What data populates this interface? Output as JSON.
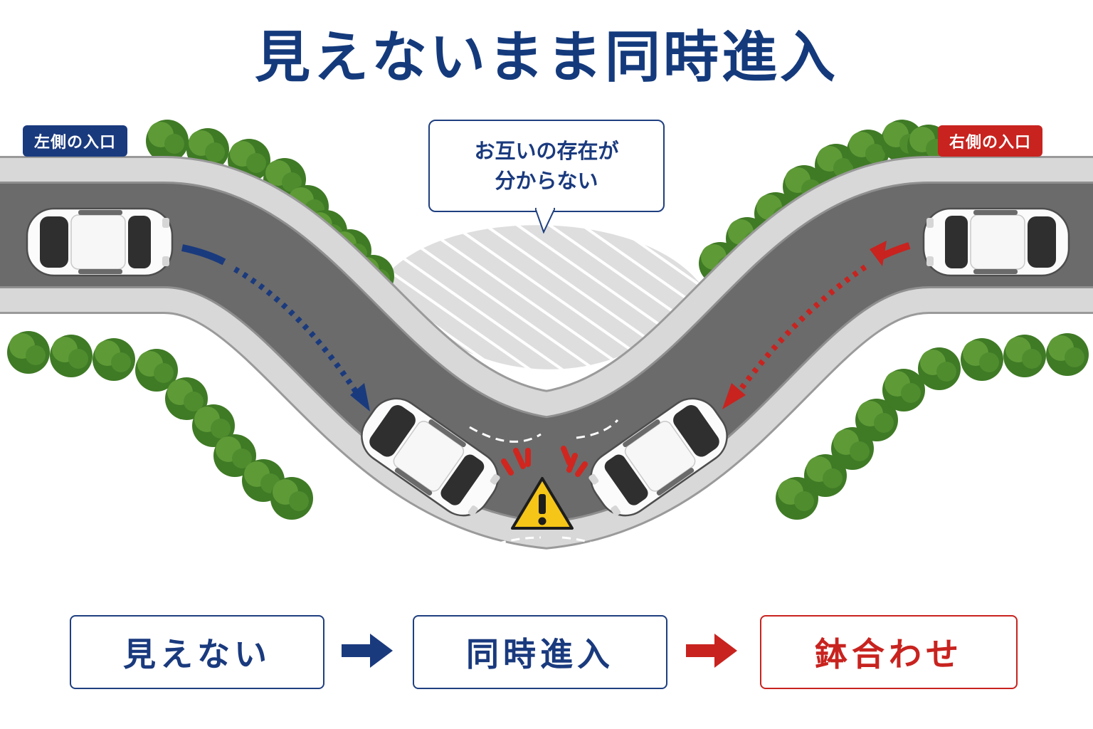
{
  "title": "見えないまま同時進入",
  "entries": {
    "left": "左側の入口",
    "right": "右側の入口"
  },
  "bubble": {
    "line1": "お互いの存在が",
    "line2": "分からない"
  },
  "flow": {
    "step1": "見えない",
    "step2": "同時進入",
    "step3": "鉢合わせ"
  },
  "colors": {
    "navy": "#1a3a7e",
    "red": "#c8231f",
    "warning_yellow": "#f5c518"
  },
  "icons": {
    "warning": "warning-triangle-icon",
    "flow_arrow": "arrow-right-icon"
  }
}
